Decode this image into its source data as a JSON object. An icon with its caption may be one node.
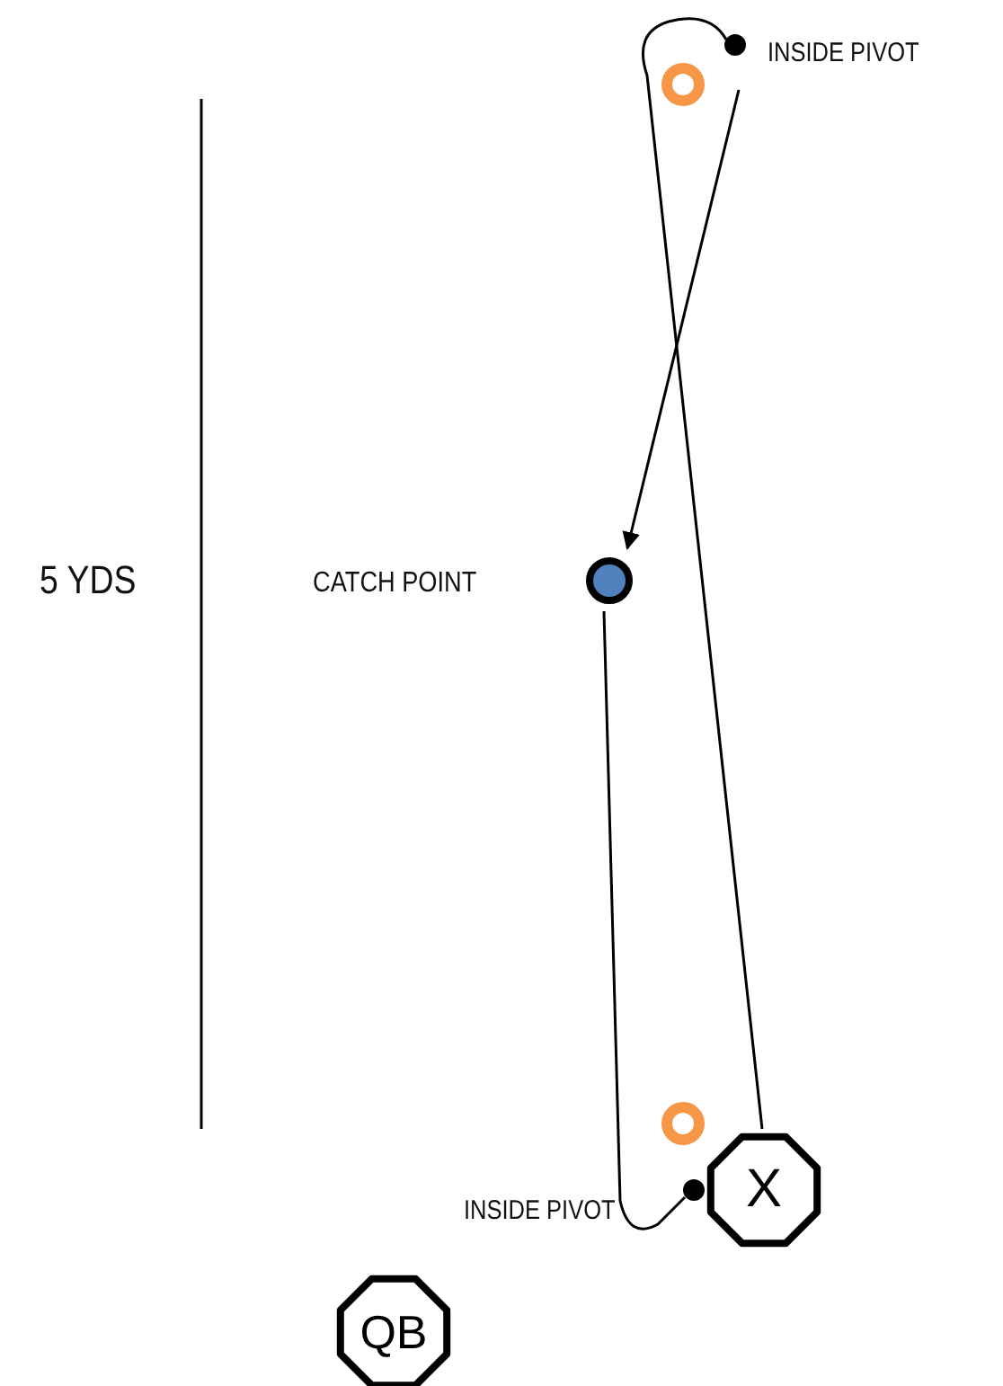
{
  "diagram": {
    "nodes": [
      {
        "text": [],
        "shape": "circle",
        "beside": [
          "INSIDE PIVOT"
        ]
      },
      {
        "text": [],
        "shape": "circle"
      },
      {
        "text": [],
        "shape": "circle",
        "beside": [
          "CATCH POINT"
        ]
      },
      {
        "text": [],
        "shape": "circle"
      },
      {
        "text": [
          "X"
        ]
      },
      {
        "text": [],
        "shape": "circle",
        "beside": [
          "INSIDE PIVOT"
        ]
      },
      {
        "text": [
          "QB"
        ]
      }
    ],
    "edges": [
      {
        "from": 4,
        "to": 0,
        "arrow": "none"
      },
      {
        "from": 0,
        "to": 2,
        "arrow": "to"
      },
      {
        "from": 2,
        "to": 5,
        "arrow": "none"
      }
    ],
    "labels": [
      "5 YDS"
    ]
  }
}
